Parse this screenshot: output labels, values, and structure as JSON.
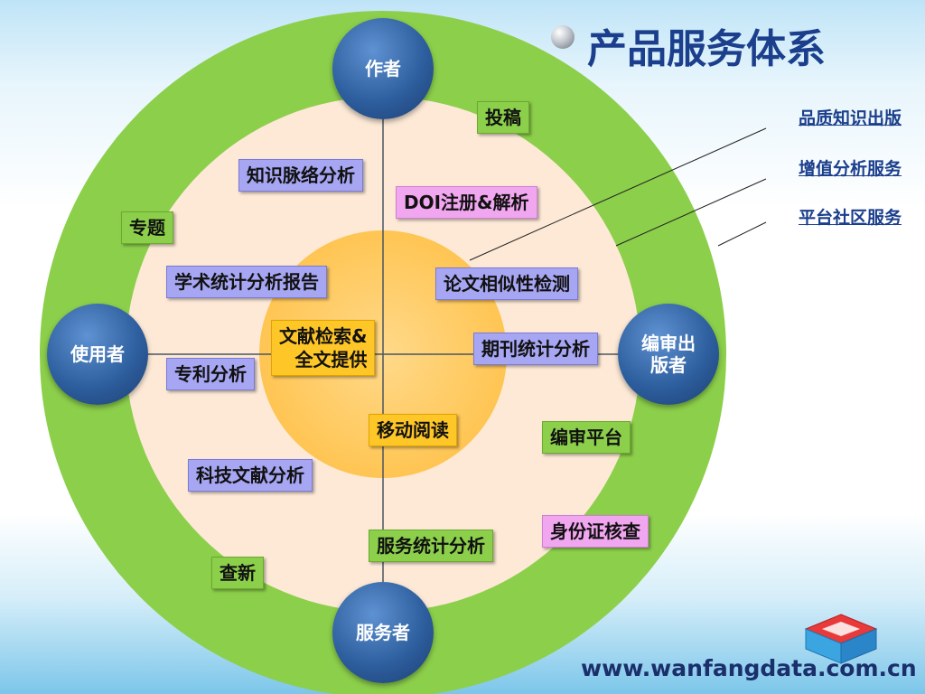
{
  "title": "产品服务体系",
  "legend": [
    "品质知识出版",
    "增值分析服务",
    "平台社区服务"
  ],
  "nodes": {
    "top": "作者",
    "left": "使用者",
    "right": "编审出版者",
    "bottom": "服务者"
  },
  "inner_core": [
    "文献检索&",
    "全文提供"
  ],
  "boxes": {
    "tougao": "投稿",
    "zhishi": "知识脉络分析",
    "doi": "DOI注册&解析",
    "zhuanti": "专题",
    "xueshu": "学术统计分析报告",
    "lunwen": "论文相似性检测",
    "zhuanli": "专利分析",
    "qikan": "期刊统计分析",
    "yidong": "移动阅读",
    "bianshen": "编审平台",
    "keji": "科技文献分析",
    "shenfen": "身份证核查",
    "fuwu": "服务统计分析",
    "chaxin": "查新"
  },
  "url": "www.wanfangdata.com.cn",
  "colors": {
    "outer_ring": "#8ccf4b",
    "middle_ring": "#fde9d6",
    "core": "#ffc85c",
    "node": "#2e5f9f",
    "title": "#1b3f8c"
  }
}
